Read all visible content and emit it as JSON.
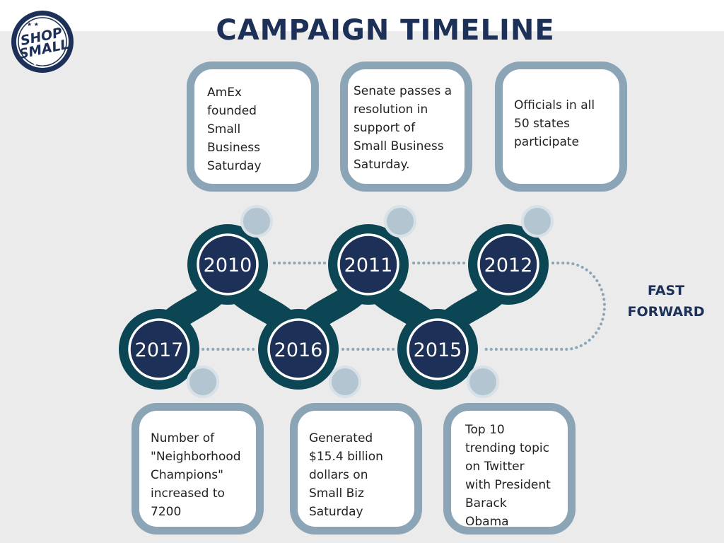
{
  "title": "CAMPAIGN TIMELINE",
  "logo": {
    "line1": "SHOP",
    "line2": "SMALL"
  },
  "years": [
    "2010",
    "2011",
    "2012",
    "2015",
    "2016",
    "2017"
  ],
  "events": {
    "y2010": "AmEx\nfounded\nSmall\nBusiness\nSaturday",
    "y2011": "Senate passes a\nresolution in\nsupport of\nSmall Business\nSaturday.",
    "y2012": "Officials in all\n50 states\nparticipate",
    "y2017": "Number of\n\"Neighborhood\nChampions\"\nincreased to\n7200",
    "y2016": "Generated\n$15.4 billion\ndollars on\nSmall Biz\nSaturday",
    "y2015": "Top 10\ntrending topic\non Twitter\nwith President\nBarack\nObama"
  },
  "fast_forward": {
    "line1": "FAST",
    "line2": "FORWARD"
  },
  "colors": {
    "title": "#1c3058",
    "node": "#1c3058",
    "path": "#0c4654",
    "card_border": "#8ba5b6",
    "background": "#ebebeb"
  }
}
